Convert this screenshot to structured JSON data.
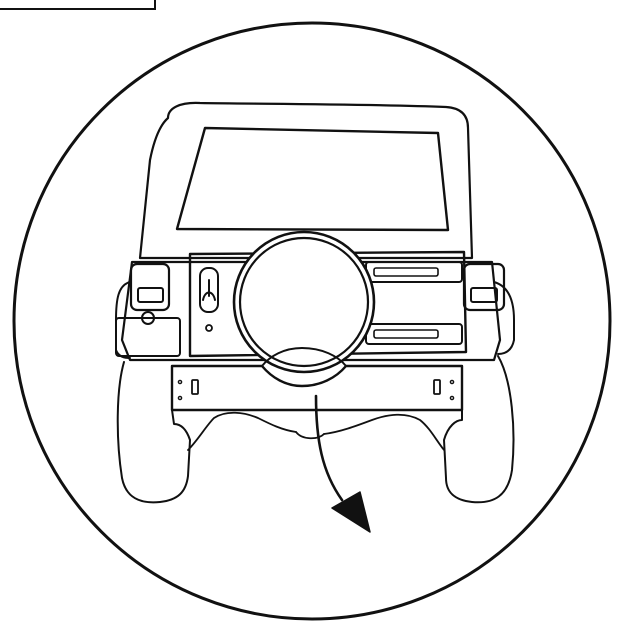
{
  "illustration": {
    "subject": "jeep-rear-view",
    "callout_shape": "circle",
    "arrow_direction": "down-right",
    "step_label": ""
  },
  "colors": {
    "line": "#111111",
    "fill": "#ffffff"
  }
}
